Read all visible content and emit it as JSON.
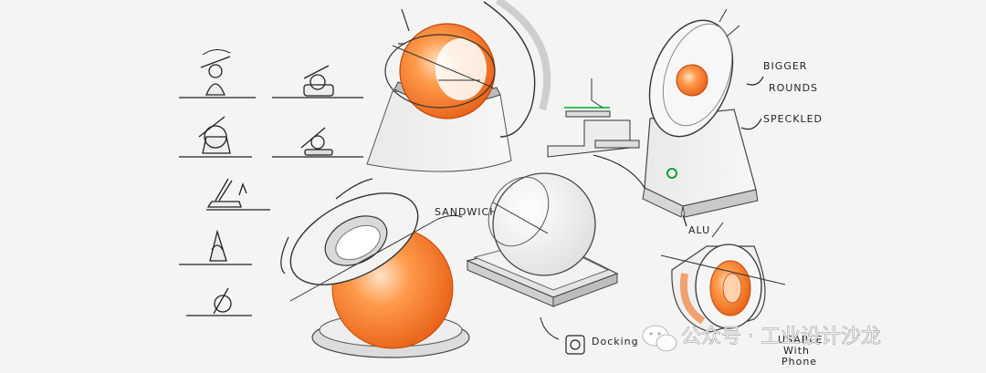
{
  "colors": {
    "paper": "#f4f4f3",
    "ink": "#222222",
    "accent": "#f26a1b",
    "accent_light": "#ffb27a",
    "green": "#33c45a"
  },
  "annotations": {
    "bigger": "BIGGER",
    "rounds": "ROUNDS",
    "speckled": "SPECKLED",
    "alu": "ALU",
    "sandwich": "SANDWICH",
    "docking": "Docking",
    "usable_1": "USABLE",
    "usable_2": "With",
    "usable_3": "Phone"
  },
  "watermark": {
    "text": "公众号 · 工业设计沙龙",
    "icon": "wechat-icon"
  }
}
